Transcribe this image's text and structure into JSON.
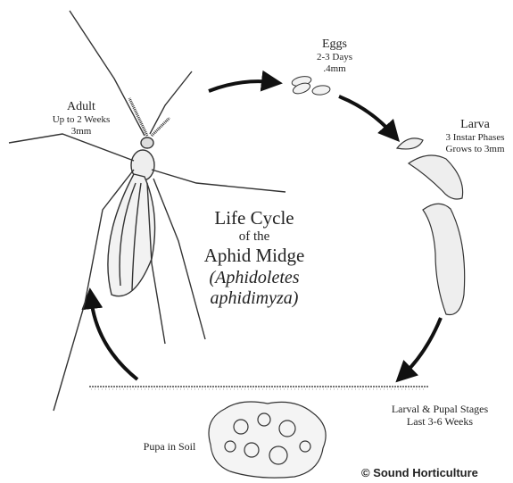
{
  "title": {
    "line1": "Life Cycle",
    "line2": "of the",
    "line3": "Aphid Midge",
    "latin": "(Aphidoletes aphidimyza)"
  },
  "stages": {
    "adult": {
      "name": "Adult",
      "duration": "Up to 2 Weeks",
      "size": "3mm"
    },
    "eggs": {
      "name": "Eggs",
      "duration": "2-3 Days",
      "size": ".4mm"
    },
    "larva": {
      "name": "Larva",
      "detail1": "3 Instar Phases",
      "detail2": "Grows to 3mm"
    },
    "larval_pupal": {
      "line1": "Larval & Pupal Stages",
      "line2": "Last 3-6 Weeks"
    },
    "pupa": {
      "name": "Pupa in Soil"
    }
  },
  "copyright": "© Sound Horticulture"
}
